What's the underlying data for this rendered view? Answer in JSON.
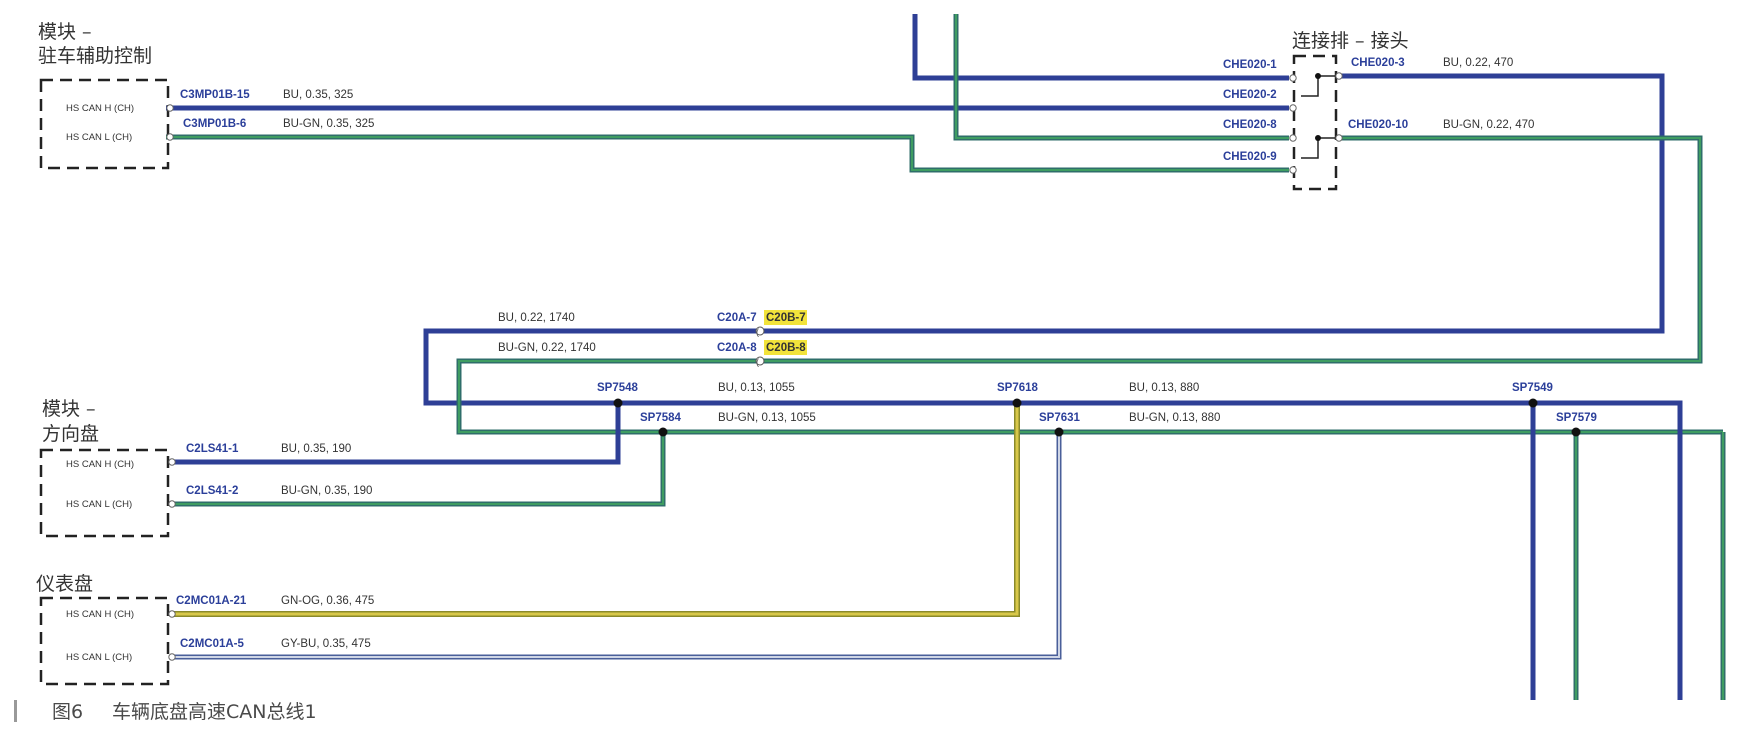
{
  "modules": {
    "parking": {
      "title_line1": "模块 –",
      "title_line2": "驻车辅助控制",
      "pin_h": "HS CAN H (CH)",
      "pin_l": "HS CAN L (CH)"
    },
    "steering": {
      "title_line1": "模块 –",
      "title_line2": "方向盘",
      "pin_h": "HS CAN H (CH)",
      "pin_l": "HS CAN L (CH)"
    },
    "cluster": {
      "title_line1": "仪表盘",
      "pin_h": "HS CAN H (CH)",
      "pin_l": "HS CAN L (CH)"
    },
    "busbar": {
      "title": "连接排 – 接头"
    }
  },
  "connectors": {
    "c3mp01b_15": "C3MP01B-15",
    "c3mp01b_6": "C3MP01B-6",
    "che020_1": "CHE020-1",
    "che020_2": "CHE020-2",
    "che020_3": "CHE020-3",
    "che020_8": "CHE020-8",
    "che020_9": "CHE020-9",
    "che020_10": "CHE020-10",
    "c20a_7": "C20A-7",
    "c20b_7": "C20B-7",
    "c20a_8": "C20A-8",
    "c20b_8": "C20B-8",
    "c2ls41_1": "C2LS41-1",
    "c2ls41_2": "C2LS41-2",
    "c2mc01a_21": "C2MC01A-21",
    "c2mc01a_5": "C2MC01A-5"
  },
  "splices": {
    "sp7548": "SP7548",
    "sp7584": "SP7584",
    "sp7618": "SP7618",
    "sp7631": "SP7631",
    "sp7549": "SP7549",
    "sp7579": "SP7579"
  },
  "wires": {
    "park_h": "BU, 0.35, 325",
    "park_l": "BU-GN, 0.35, 325",
    "che_h": "BU, 0.22, 470",
    "che_l": "BU-GN, 0.22, 470",
    "c20_h": "BU, 0.22, 1740",
    "c20_l": "BU-GN, 0.22, 1740",
    "sp7548_h": "BU, 0.13, 1055",
    "sp7584_l": "BU-GN, 0.13, 1055",
    "sp7618_h": "BU, 0.13, 880",
    "sp7631_l": "BU-GN, 0.13, 880",
    "steer_h": "BU, 0.35, 190",
    "steer_l": "BU-GN, 0.35, 190",
    "cluster_h": "GN-OG, 0.36, 475",
    "cluster_l": "GY-BU, 0.35, 475"
  },
  "caption": {
    "fig": "图6",
    "text": "车辆底盘高速CAN总线1"
  },
  "colors": {
    "blue": "#2e3f96",
    "blue_green_outer": "#2f6e6a",
    "blue_green_inner": "#3f9d62",
    "green_orange_outer": "#8a8a2a",
    "green_orange_inner": "#d8c84a",
    "grey_blue_outer": "#4a5f9a",
    "grey_blue_inner": "#cfd6e6",
    "highlight": "#f2e33b"
  }
}
